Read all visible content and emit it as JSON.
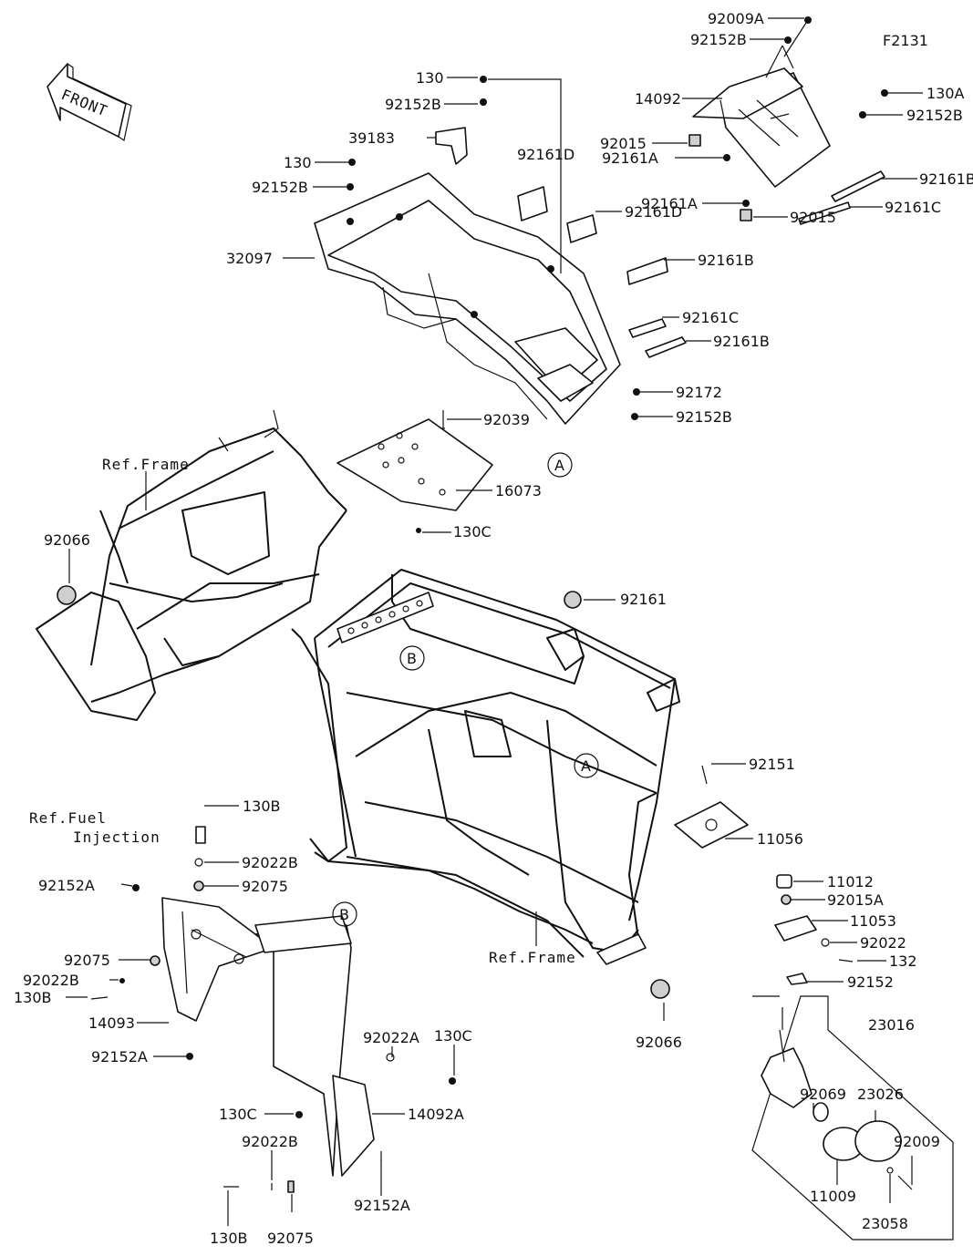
{
  "figure_code": "F2131",
  "front_label": "FRONT",
  "callouts": {
    "a": "A",
    "b": "B"
  },
  "labels": {
    "p92009A": "92009A",
    "p92152B_top": "92152B",
    "p14092": "14092",
    "p130A": "130A",
    "p92152B_r": "92152B",
    "p92015_a": "92015",
    "p92161B_a": "92161B",
    "p92161A_a": "92161A",
    "p92161A_b": "92161A",
    "p92161C_a": "92161C",
    "p92015_b": "92015",
    "p130_a": "130",
    "p92152B_b": "92152B",
    "p39183": "39183",
    "p92161D_a": "92161D",
    "p130_b": "130",
    "p92152B_c": "92152B",
    "p32097": "32097",
    "p92161D_b": "92161D",
    "p92161B_b": "92161B",
    "p92161C_b": "92161C",
    "p92161B_c": "92161B",
    "p92172": "92172",
    "p92152B_d": "92152B",
    "p92039": "92039",
    "p16073": "16073",
    "ref_frame_1": "Ref.Frame",
    "p92066_a": "92066",
    "p130C_a": "130C",
    "p92161": "92161",
    "p92151": "92151",
    "p11056": "11056",
    "ref_fuel_1": "Ref.Fuel",
    "ref_fuel_2": "Injection",
    "p130B_a": "130B",
    "p92022B_a": "92022B",
    "p92075_a": "92075",
    "p92152A_a": "92152A",
    "p92075_b": "92075",
    "p92022B_b": "92022B",
    "p130B_b": "130B",
    "p14093": "14093",
    "p92152A_b": "92152A",
    "p92022A": "92022A",
    "p130C_b": "130C",
    "p130C_c": "130C",
    "p14092A": "14092A",
    "p92022B_c": "92022B",
    "p92152A_c": "92152A",
    "p130B_c": "130B",
    "p92075_c": "92075",
    "ref_frame_2": "Ref.Frame",
    "p92066_b": "92066",
    "p11012": "11012",
    "p92015A": "92015A",
    "p11053": "11053",
    "p92022": "92022",
    "p132": "132",
    "p92152": "92152",
    "p23016": "23016",
    "p92069": "92069",
    "p23026": "23026",
    "p92009": "92009",
    "p11009": "11009",
    "p23058": "23058"
  }
}
